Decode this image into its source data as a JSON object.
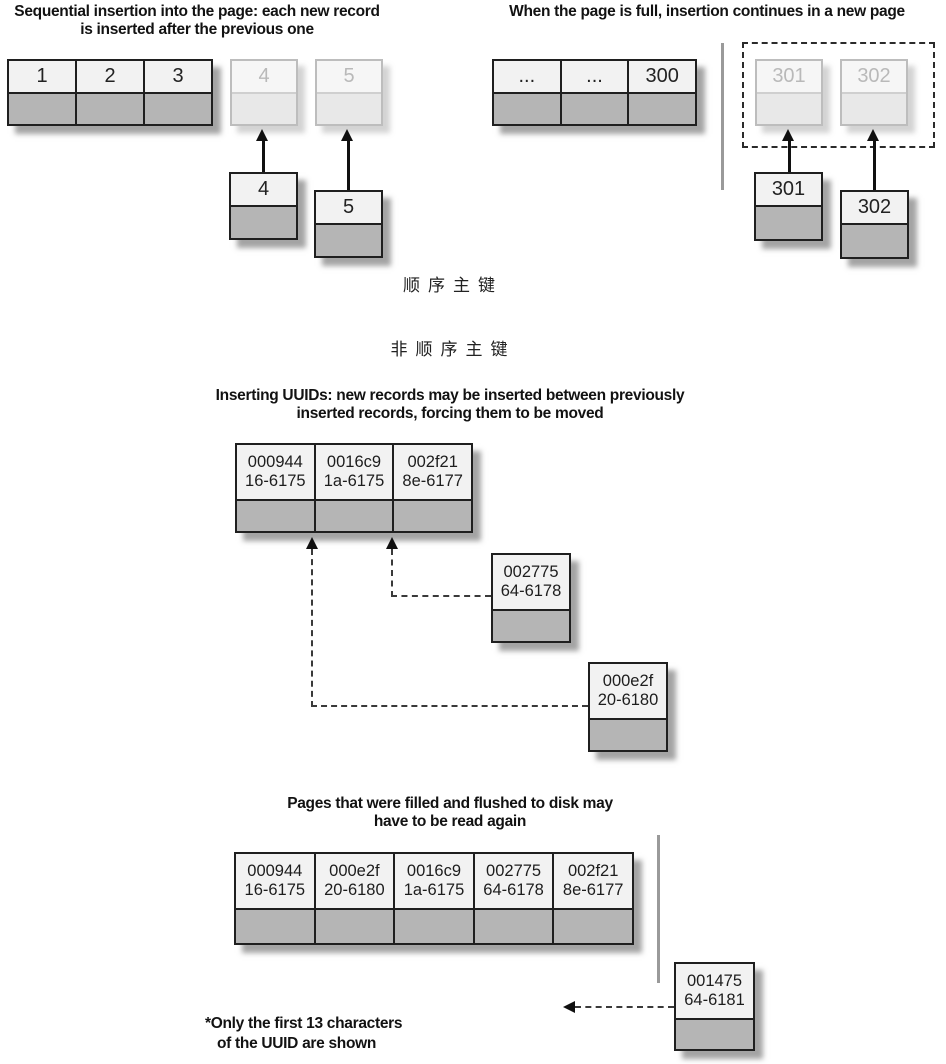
{
  "sequential": {
    "left_title_line1": "Sequential insertion into the page:  each new record",
    "left_title_line2": "is inserted after the previous one",
    "right_title": "When the page is full, insertion continues in a new page",
    "page_a_cells": [
      "1",
      "2",
      "3"
    ],
    "pending_a_cells": [
      "4",
      "5"
    ],
    "insert_a_boxes": [
      "4",
      "5"
    ],
    "page_b_cells": [
      "...",
      "...",
      "300"
    ],
    "pending_b_cells": [
      "301",
      "302"
    ],
    "insert_b_boxes": [
      "301",
      "302"
    ],
    "caption": "顺序主键"
  },
  "nonsequential": {
    "caption": "非顺序主键",
    "title_line1": "Inserting UUIDs:  new records may be inserted between previously",
    "title_line2": "inserted records, forcing them to be moved",
    "page_cells": [
      {
        "line1": "000944",
        "line2": "16-6175"
      },
      {
        "line1": "0016c9",
        "line2": "1a-6175"
      },
      {
        "line1": "002f21",
        "line2": "8e-6177"
      }
    ],
    "insert_box_1": {
      "line1": "002775",
      "line2": "64-6178"
    },
    "insert_box_2": {
      "line1": "000e2f",
      "line2": "20-6180"
    }
  },
  "flush": {
    "title_line1": "Pages that were filled and flushed to disk may",
    "title_line2": "have to be read again",
    "page_cells": [
      {
        "line1": "000944",
        "line2": "16-6175"
      },
      {
        "line1": "000e2f",
        "line2": "20-6180"
      },
      {
        "line1": "0016c9",
        "line2": "1a-6175"
      },
      {
        "line1": "002775",
        "line2": "64-6178"
      },
      {
        "line1": "002f21",
        "line2": "8e-6177"
      }
    ],
    "insert_box": {
      "line1": "001475",
      "line2": "64-6181"
    },
    "footnote_line1": "*Only the first 13 characters",
    "footnote_line2": "of the UUID are shown"
  },
  "colors": {
    "cell_light": "#f2f2f2",
    "cell_gray": "#b5b5b5",
    "border_dark": "#1f1f1f",
    "faded_border": "#bdbdbd",
    "faded_fill_top": "#f6f6f6",
    "faded_fill_bottom": "#e8e8e8",
    "divider_gray": "#9a9a9a"
  }
}
